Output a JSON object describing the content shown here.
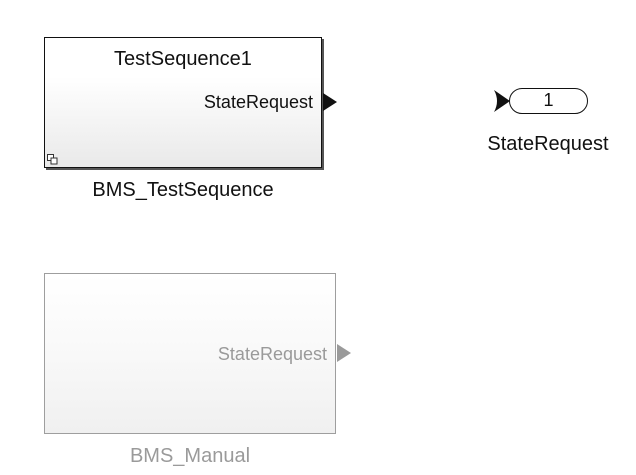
{
  "test_sequence_block": {
    "inner_title": "TestSequence1",
    "output_port_label": "StateRequest",
    "block_name": "BMS_TestSequence",
    "corner_icon": "subsystem-link-icon",
    "port_arrow_icon": "output-port-arrow-icon"
  },
  "outport_block": {
    "port_number": "1",
    "block_name": "StateRequest",
    "input_arrow_icon": "outport-input-arrow-icon"
  },
  "manual_block": {
    "output_port_label": "StateRequest",
    "block_name": "BMS_Manual",
    "port_arrow_icon": "output-port-arrow-icon",
    "state": "inactive"
  },
  "colors": {
    "active_stroke": "#111111",
    "inactive_stroke": "#9e9e9e",
    "inactive_text": "#9a9a9a",
    "background": "#ffffff"
  }
}
